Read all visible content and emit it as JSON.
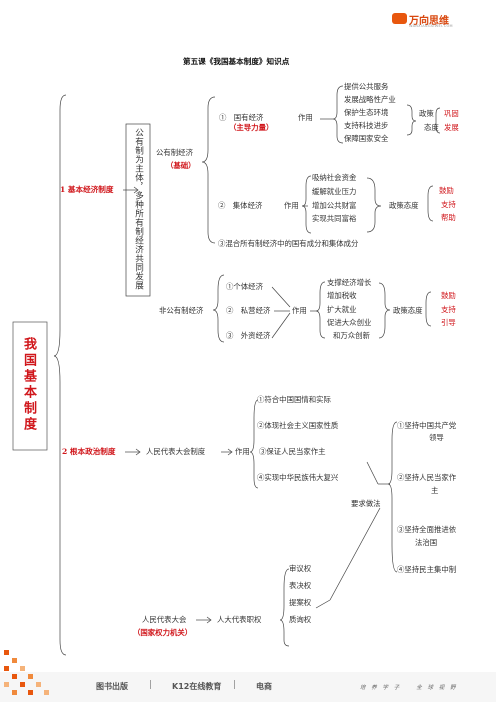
{
  "logo": {
    "name": "万向思维",
    "sub": "WANXIANGSIWEI.COM"
  },
  "title": "第五课《我国基本制度》知识点",
  "root": "我国基本制度",
  "economy": {
    "label": "1 基本经济制度",
    "vertical": "公有制为主体，多种所有制经济共同发展",
    "public": {
      "label": "公有制经济",
      "sub": "（基础）",
      "state": {
        "label": "①　国有经济",
        "sub": "（主导力量）",
        "action": "作用",
        "roles": [
          "提供公共服务",
          "发展战略性产业",
          "保护生态环境",
          "支持科技进步",
          "保障国家安全"
        ],
        "policy_line1": "政策",
        "policy_line2": "态度",
        "attitude": [
          "巩固",
          "发展"
        ]
      },
      "collective": {
        "label": "②　集体经济",
        "action": "作用",
        "roles": [
          "吸纳社会资金",
          "缓解就业压力",
          "增加公共财富",
          "实现共同富裕"
        ],
        "policy": "政策态度",
        "attitude": [
          "鼓励",
          "支持",
          "帮助"
        ]
      },
      "mixed": "③混合所有制经济中的国有成分和集体成分"
    },
    "nonpublic": {
      "label": "非公有制经济",
      "types": [
        "①个体经济",
        "②　私营经济",
        "③　外资经济"
      ],
      "action": "作用",
      "roles": [
        "支撑经济增长",
        "增加税收",
        "扩大就业",
        "促进大众创业",
        "和万众创新"
      ],
      "policy": "政策态度",
      "attitude": [
        "鼓励",
        "支持",
        "引导"
      ]
    }
  },
  "politics": {
    "label": "2 根本政治制度",
    "system": "人民代表大会制度",
    "action": "作用",
    "roles": [
      "①符合中国国情和实际",
      "②体现社会主义国家性质",
      "③保证人民当家作主",
      "④实现中华民族伟大复兴"
    ],
    "requirement": "要求做法",
    "reqs": [
      {
        "l1": "①坚持中国共产党",
        "l2": "领导"
      },
      {
        "l1": "②坚持人民当家作",
        "l2": "主"
      },
      {
        "l1": "③坚持全面推进依",
        "l2": "法治国"
      },
      {
        "l1": "④坚持民主集中制",
        "l2": ""
      }
    ],
    "npc": "人民代表大会",
    "npc_sub": "（国家权力机关）",
    "deputies": "人大代表职权",
    "powers": [
      "审议权",
      "表决权",
      "提案权",
      "质询权"
    ]
  },
  "footer": {
    "items": [
      "图书出版",
      "K12在线教育",
      "电商"
    ],
    "sep": "|",
    "slogan": "培 养 学 子 　 全 球 视 野"
  }
}
